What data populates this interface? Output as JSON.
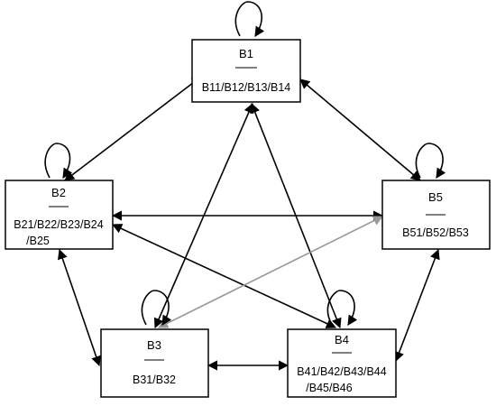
{
  "diagram": {
    "nodes": [
      {
        "id": "B1",
        "title": "B1",
        "lines": [
          "B11/B12/B13/B14"
        ]
      },
      {
        "id": "B2",
        "title": "B2",
        "lines": [
          "B21/B22/B23/B24",
          "/B25"
        ]
      },
      {
        "id": "B3",
        "title": "B3",
        "lines": [
          "B31/B32"
        ]
      },
      {
        "id": "B4",
        "title": "B4",
        "lines": [
          "B41/B42/B43/B44",
          "/B45/B46"
        ]
      },
      {
        "id": "B5",
        "title": "B5",
        "lines": [
          "B51/B52/B53"
        ]
      }
    ],
    "edges": [
      {
        "from": "B1",
        "to": "B2",
        "color": "#000000",
        "arrows": "both"
      },
      {
        "from": "B1",
        "to": "B5",
        "color": "#000000",
        "arrows": "both"
      },
      {
        "from": "B1",
        "to": "B3",
        "color": "#000000",
        "arrows": "both"
      },
      {
        "from": "B1",
        "to": "B4",
        "color": "#000000",
        "arrows": "both"
      },
      {
        "from": "B2",
        "to": "B5",
        "color": "#000000",
        "arrows": "both"
      },
      {
        "from": "B2",
        "to": "B4",
        "color": "#000000",
        "arrows": "both"
      },
      {
        "from": "B2",
        "to": "B3",
        "color": "#000000",
        "arrows": "both"
      },
      {
        "from": "B3",
        "to": "B4",
        "color": "#000000",
        "arrows": "both"
      },
      {
        "from": "B3",
        "to": "B5",
        "color": "#999999",
        "arrows": "both"
      },
      {
        "from": "B4",
        "to": "B5",
        "color": "#000000",
        "arrows": "both"
      }
    ],
    "self_loops": [
      "B1",
      "B2",
      "B3",
      "B4",
      "B5"
    ]
  }
}
